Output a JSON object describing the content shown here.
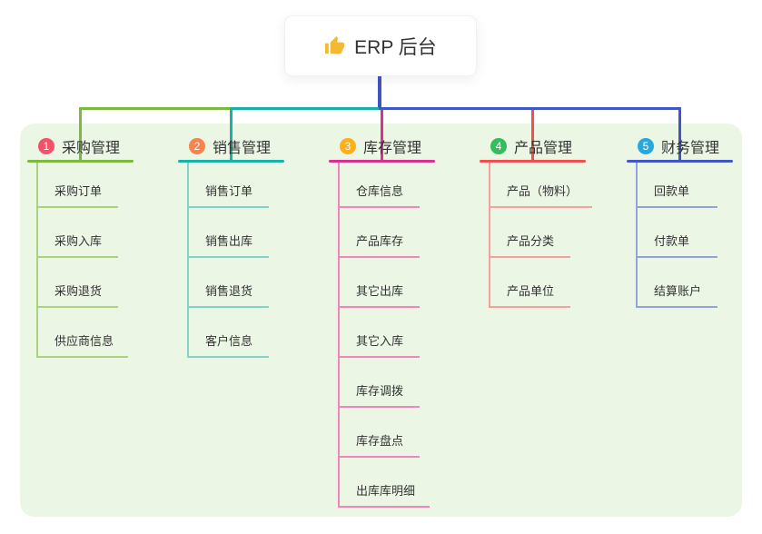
{
  "root": {
    "icon": "thumbs-up-icon",
    "label": "ERP 后台"
  },
  "colors": {
    "connector": "#4253c4",
    "panel_bg": "#ebf6e5",
    "card_bg": "#ffffff",
    "text": "#333333",
    "thumb": "#f5b82e"
  },
  "branches": [
    {
      "name": "purchase-management",
      "badge": "1",
      "badge_color": "#f4526b",
      "title": "采购管理",
      "line_color": "#7cb93f",
      "child_line_color": "#a9d37f",
      "children": [
        "采购订单",
        "采购入库",
        "采购退货",
        "供应商信息"
      ]
    },
    {
      "name": "sales-management",
      "badge": "2",
      "badge_color": "#f9824d",
      "title": "销售管理",
      "line_color": "#17b2a5",
      "child_line_color": "#82d3c9",
      "children": [
        "销售订单",
        "销售出库",
        "销售退货",
        "客户信息"
      ]
    },
    {
      "name": "inventory-management",
      "badge": "3",
      "badge_color": "#fbaf1b",
      "title": "库存管理",
      "line_color": "#d93190",
      "child_line_color": "#ef86bd",
      "children": [
        "仓库信息",
        "产品库存",
        "其它出库",
        "其它入库",
        "库存调拨",
        "库存盘点",
        "出库库明细"
      ]
    },
    {
      "name": "product-management",
      "badge": "4",
      "badge_color": "#35bd5d",
      "title": "产品管理",
      "line_color": "#f0504f",
      "child_line_color": "#f6a19f",
      "children": [
        "产品（物料）",
        "产品分类",
        "产品单位"
      ]
    },
    {
      "name": "finance-management",
      "badge": "5",
      "badge_color": "#27a9e0",
      "title": "财务管理",
      "line_color": "#4156c4",
      "child_line_color": "#91a3dd",
      "children": [
        "回款单",
        "付款单",
        "结算账户"
      ]
    }
  ]
}
